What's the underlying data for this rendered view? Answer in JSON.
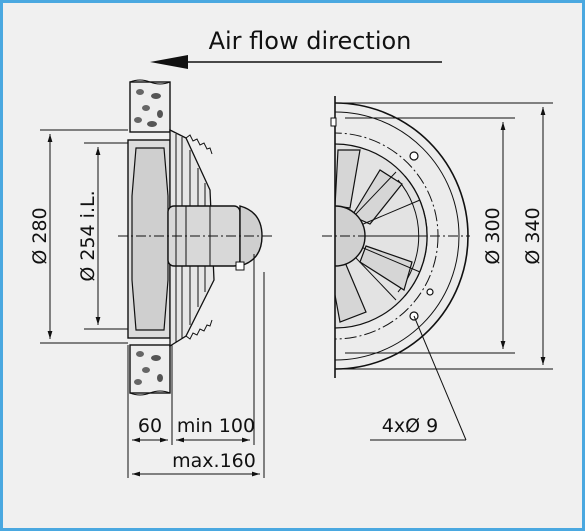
{
  "title": "Air flow direction",
  "side_view": {
    "dim_outer": "Ø 280",
    "dim_inner": "Ø 254 i.L.",
    "dim_depth": "60",
    "dim_min": "min 100",
    "dim_max": "max.160"
  },
  "front_view": {
    "dim_ring": "Ø 300",
    "dim_outer": "Ø 340",
    "holes": "4xØ 9"
  },
  "colors": {
    "frame_border": "#4aa8e0",
    "background": "#f0f0f0",
    "line": "#111111"
  }
}
